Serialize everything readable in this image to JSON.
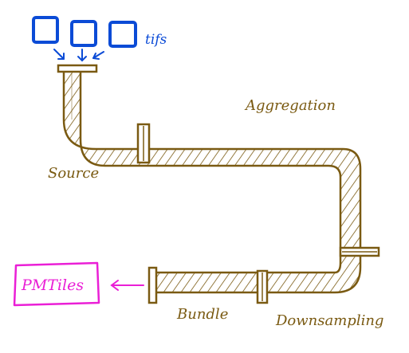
{
  "labels": {
    "tifs": "tifs",
    "source": "Source",
    "aggregation": "Aggregation",
    "bundle": "Bundle",
    "downsampling": "Downsampling",
    "output": "PMTiles"
  },
  "colors": {
    "pipe": "#7a5a12",
    "input_files": "#0b4bd6",
    "output": "#ea1fd6",
    "background": "#ffffff"
  },
  "icons": {
    "input_file": "tif-file-icon",
    "arrow": "arrow-icon",
    "pipe_joint": "pipe-flange-icon"
  },
  "input_file_count": 3
}
